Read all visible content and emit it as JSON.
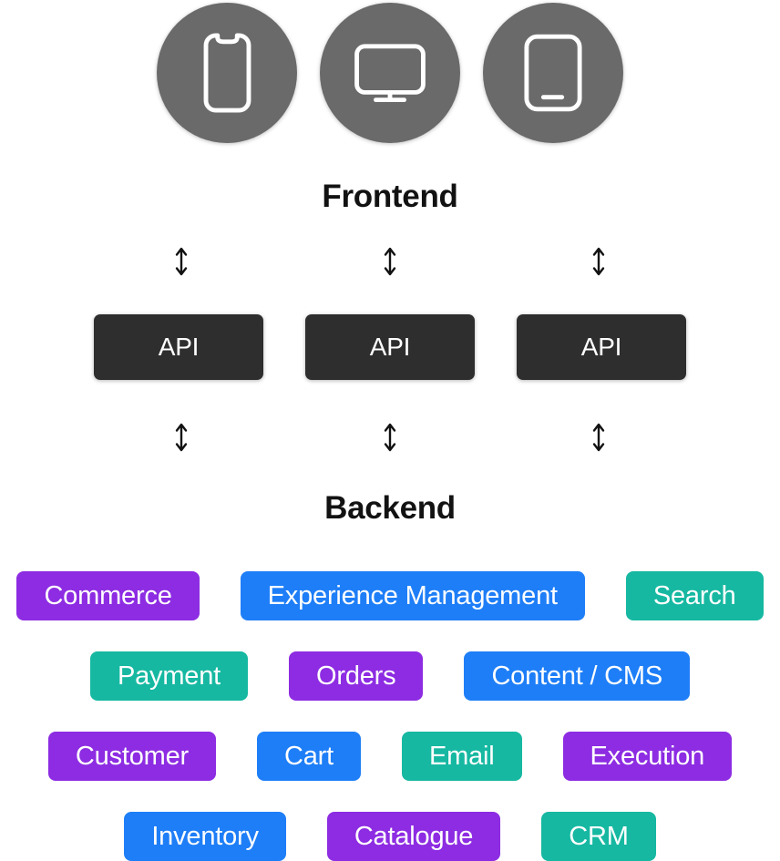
{
  "palette": {
    "purple": "#8d2ce2",
    "blue": "#1e7ef7",
    "teal": "#16b8a1",
    "dark": "#2e2e2e",
    "circle-gray": "#6a6a6a",
    "label-text": "#121212",
    "icon-stroke": "#ffffff"
  },
  "frontend": {
    "label": "Frontend",
    "devices": [
      {
        "icon": "smartphone-icon"
      },
      {
        "icon": "monitor-icon"
      },
      {
        "icon": "tablet-icon"
      }
    ]
  },
  "api": {
    "boxes": [
      {
        "label": "API"
      },
      {
        "label": "API"
      },
      {
        "label": "API"
      }
    ]
  },
  "arrows": {
    "icon": "updown-arrow-icon",
    "per_row": 3
  },
  "backend": {
    "label": "Backend",
    "rows": [
      [
        {
          "label": "Commerce",
          "color": "purple"
        },
        {
          "label": "Experience Management",
          "color": "blue"
        },
        {
          "label": "Search",
          "color": "teal"
        }
      ],
      [
        {
          "label": "Payment",
          "color": "teal"
        },
        {
          "label": "Orders",
          "color": "purple"
        },
        {
          "label": "Content / CMS",
          "color": "blue"
        }
      ],
      [
        {
          "label": "Customer",
          "color": "purple"
        },
        {
          "label": "Cart",
          "color": "blue"
        },
        {
          "label": "Email",
          "color": "teal"
        },
        {
          "label": "Execution",
          "color": "purple"
        }
      ],
      [
        {
          "label": "Inventory",
          "color": "blue"
        },
        {
          "label": "Catalogue",
          "color": "purple"
        },
        {
          "label": "CRM",
          "color": "teal"
        }
      ]
    ]
  }
}
